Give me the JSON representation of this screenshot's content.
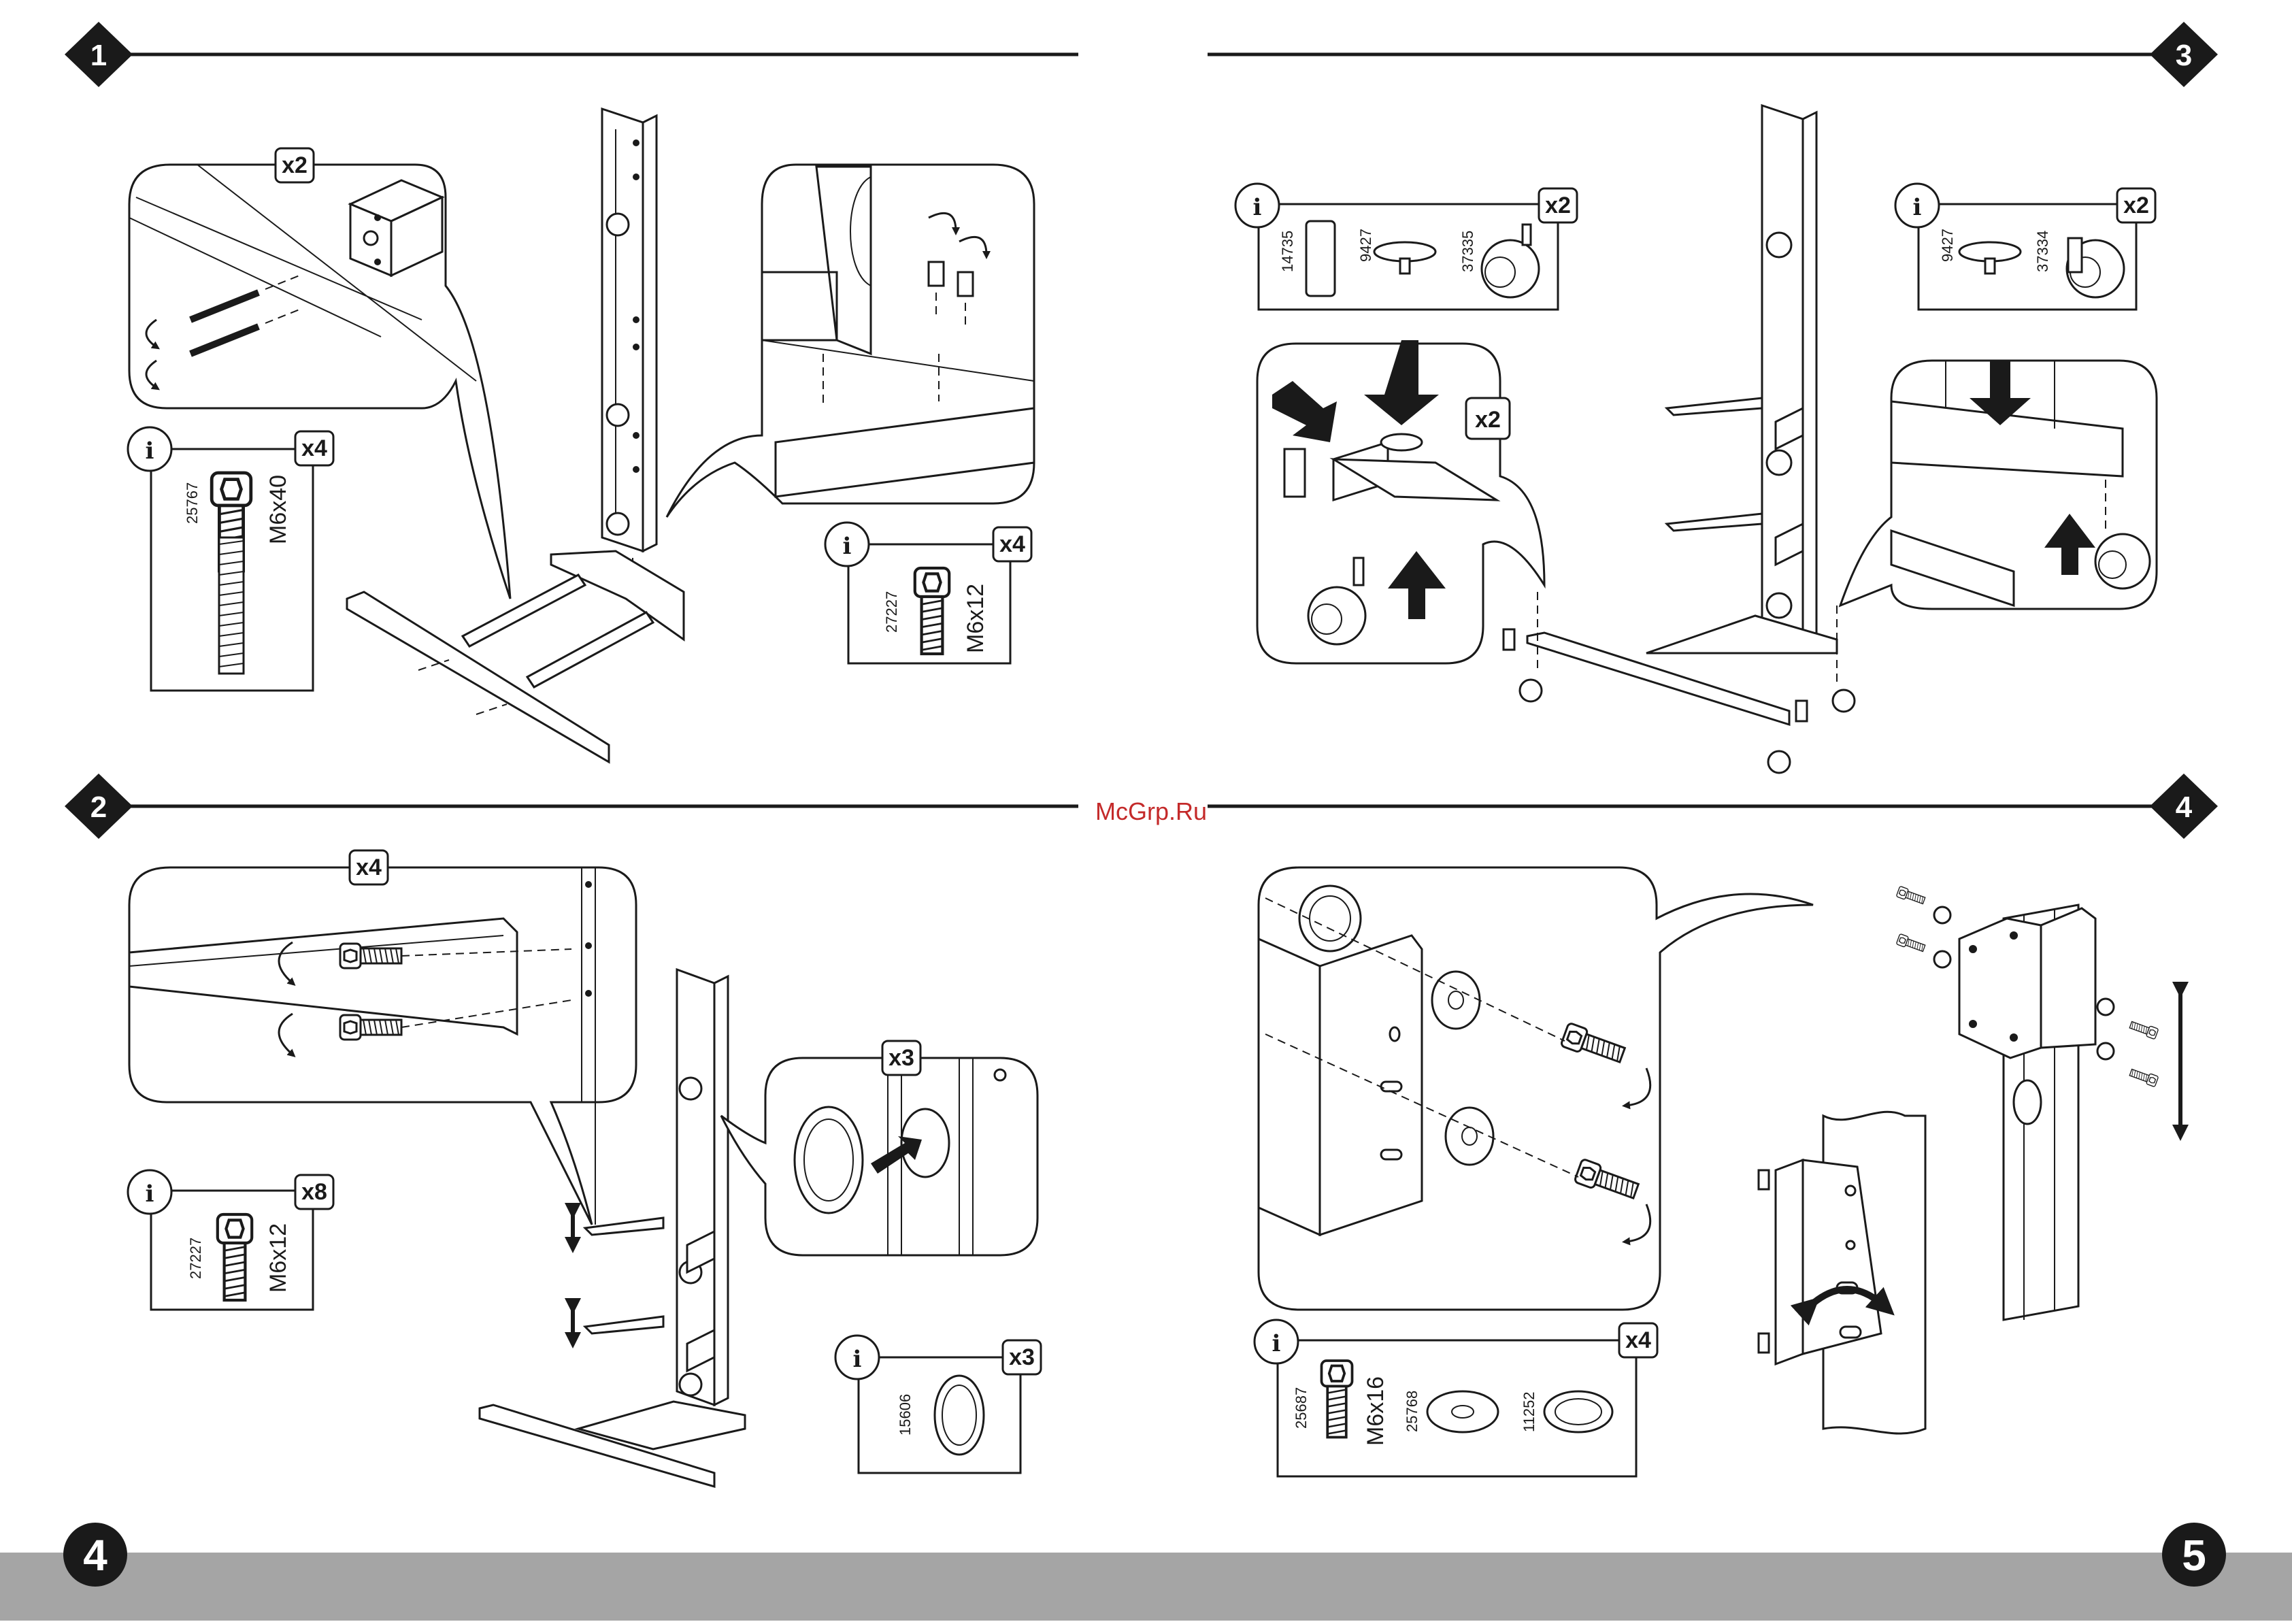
{
  "watermark": "McGrp.Ru",
  "pages": {
    "left": "4",
    "right": "5"
  },
  "steps": [
    {
      "number": "1",
      "callouts": [
        "x2"
      ],
      "info_panels": [
        {
          "qty": "x4",
          "code": "25767",
          "size": "M6x40"
        },
        {
          "qty": "x4",
          "code": "27227",
          "size": "M6x12"
        }
      ]
    },
    {
      "number": "2",
      "callouts": [
        "x4",
        "x3"
      ],
      "info_panels": [
        {
          "qty": "x8",
          "code": "27227",
          "size": "M6x12"
        },
        {
          "qty": "x3",
          "code": "15606"
        }
      ]
    },
    {
      "number": "3",
      "callouts": [
        "x2"
      ],
      "info_panels": [
        {
          "qty": "x2",
          "codes": [
            "14735",
            "9427",
            "37335"
          ]
        },
        {
          "qty": "x2",
          "codes": [
            "9427",
            "37334"
          ]
        }
      ]
    },
    {
      "number": "4",
      "info_panels": [
        {
          "qty": "x4",
          "code": "25687",
          "size": "M6x16",
          "codes": [
            "25768",
            "11252"
          ]
        }
      ]
    }
  ],
  "colors": {
    "ink": "#1a1a1a",
    "footer": "#a5a5a5",
    "watermark": "#c42a2a"
  }
}
